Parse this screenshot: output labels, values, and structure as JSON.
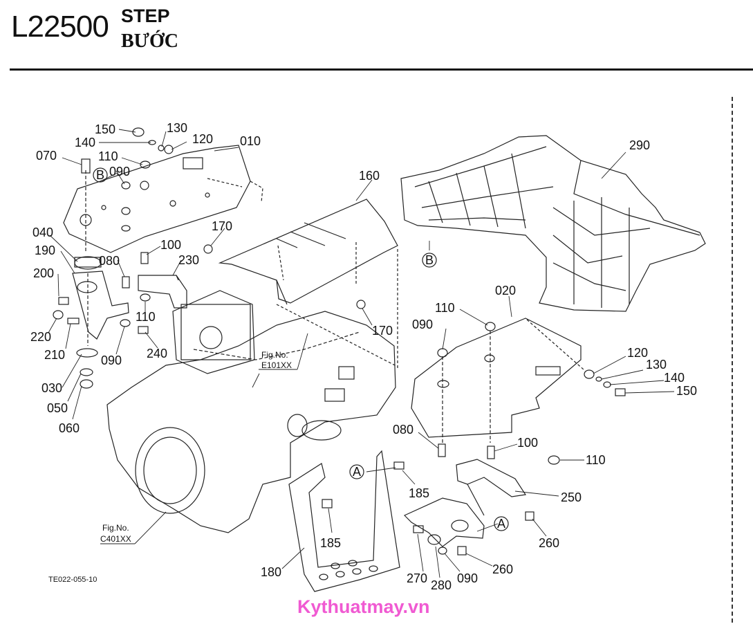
{
  "header": {
    "code": "L22500",
    "title_en": "STEP",
    "title_vi": "BƯỚC"
  },
  "callouts": {
    "b_upper": "B",
    "b_lower": "B",
    "a_left": "A",
    "a_right": "A",
    "fig_e": [
      "Fig.No.",
      "E101XX"
    ],
    "fig_c": [
      "Fig.No.",
      "C401XX"
    ]
  },
  "parts": {
    "p150a": "150",
    "p130a": "130",
    "p140a": "140",
    "p120a": "120",
    "p010": "010",
    "p070": "070",
    "p110a": "110",
    "p090a": "090",
    "p040": "040",
    "p190": "190",
    "p080a": "080",
    "p100a": "100",
    "p230": "230",
    "p170a": "170",
    "p160": "160",
    "p200": "200",
    "p220": "220",
    "p210": "210",
    "p030": "030",
    "p050": "050",
    "p060": "060",
    "p090b": "090",
    "p110b": "110",
    "p240": "240",
    "p170b": "170",
    "p290": "290",
    "p020": "020",
    "p110c": "110",
    "p090c": "090",
    "p120b": "120",
    "p130b": "130",
    "p140b": "140",
    "p150b": "150",
    "p080b": "080",
    "p100b": "100",
    "p110d": "110",
    "p185a": "185",
    "p250": "250",
    "p185b": "185",
    "p260a": "260",
    "p180": "180",
    "p270": "270",
    "p280": "280",
    "p090d": "090",
    "p260b": "260"
  },
  "drawing_code": "TE022-055-10",
  "watermark": "Kythuatmay.vn"
}
